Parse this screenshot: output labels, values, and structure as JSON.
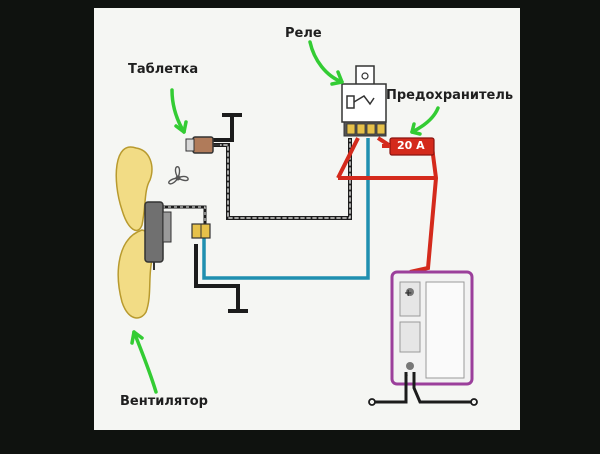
{
  "labels": {
    "tabletka": "Таблетка",
    "rele": "Реле",
    "predokhranitel": "Предохранитель",
    "ventilyator": "Вентилятор",
    "fuse_rating": "20 A"
  },
  "colors": {
    "screen_background": "#0f120f",
    "panel_background": "#f5f6f3",
    "red_wire": "#d42a1c",
    "blue_wire": "#1f8fb0",
    "ground_wire": "#1c1c1c",
    "arrow_green": "#33cc33",
    "fan_yellow": "#f2dc85",
    "battery_outline": "#9b3f9b"
  },
  "icons": [
    "fan-icon",
    "thermo-switch-icon",
    "relay-icon",
    "fuse-icon",
    "battery-icon",
    "ground-icon",
    "arrow-icon"
  ]
}
